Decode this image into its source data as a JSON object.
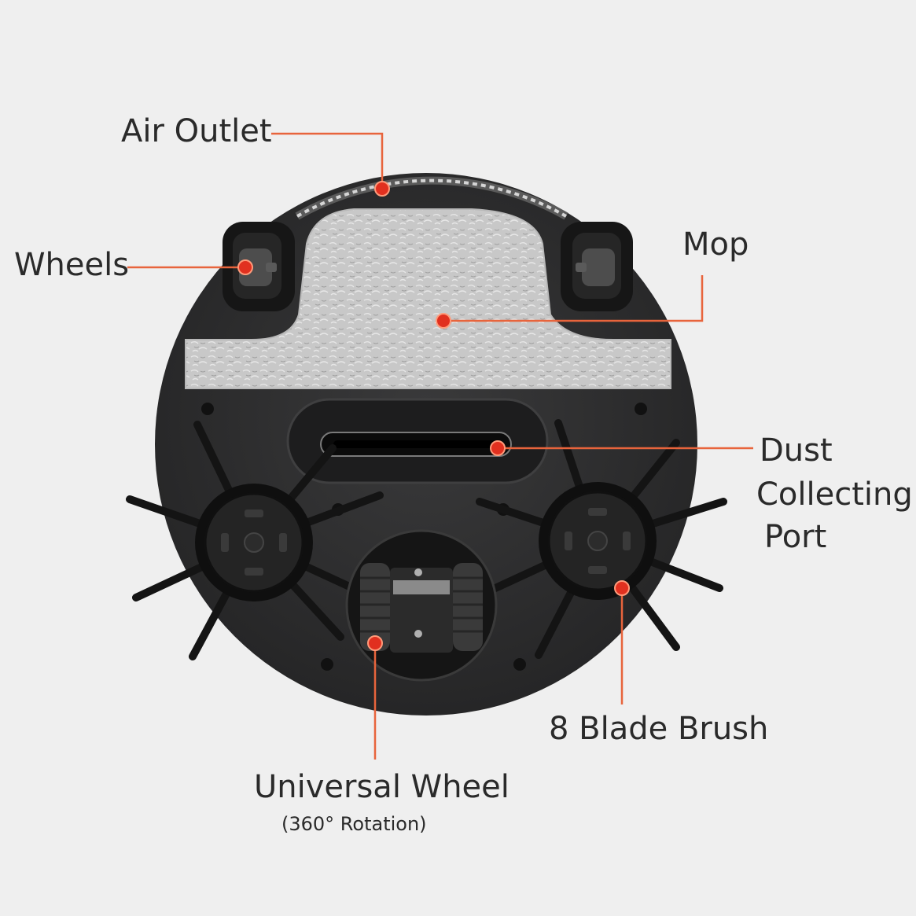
{
  "colors": {
    "background": "#efefef",
    "robot_body": "#2f2f30",
    "callout_line": "#e8643c",
    "callout_dot": "#e1301f",
    "mop": "#c9c9c9",
    "brush_blade": "#141414"
  },
  "labels": {
    "air_outlet": "Air Outlet",
    "wheels": "Wheels",
    "mop": "Mop",
    "dust_line1": "Dust",
    "dust_line2": "Collecting",
    "dust_line3": "Port",
    "blade_brush": "8 Blade Brush",
    "universal_wheel": "Universal Wheel",
    "universal_wheel_note": "(360° Rotation)"
  }
}
